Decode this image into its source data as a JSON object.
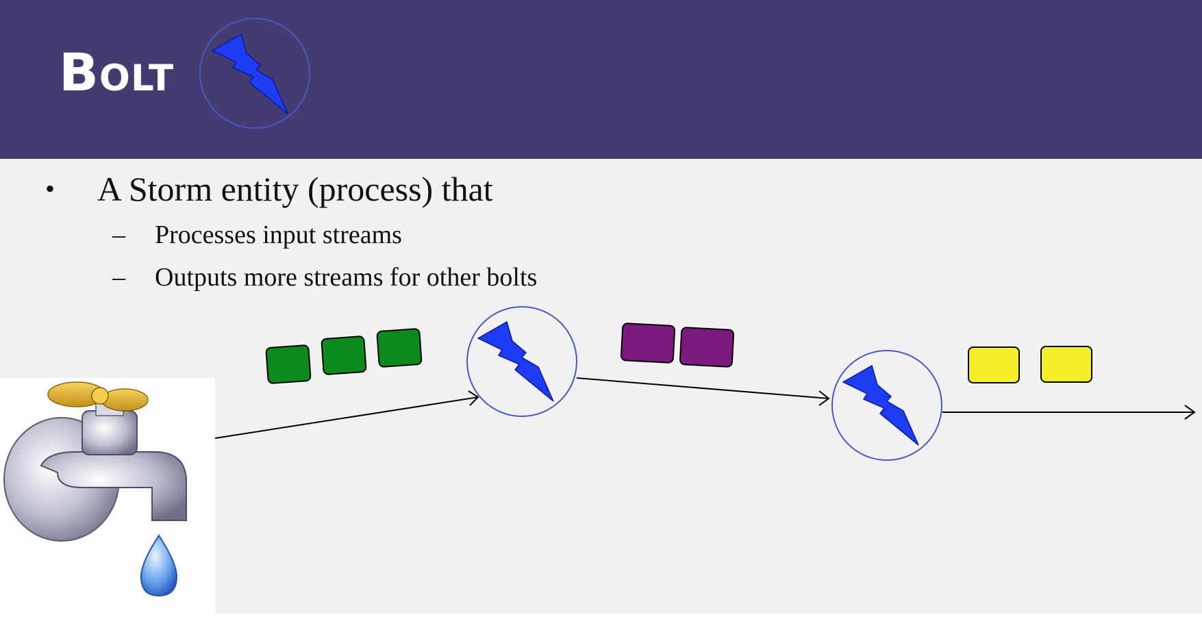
{
  "slide": {
    "title": "Bolt",
    "bullet": "A Storm entity (process) that",
    "sub_bullets": [
      "Processes input streams",
      "Outputs more streams for other bolts"
    ],
    "bullet_symbol": "•",
    "dash_symbol": "–"
  },
  "icons": {
    "title_icon": "lightning-bolt-icon",
    "source_icon": "faucet-icon",
    "node_icon": "lightning-bolt-icon"
  },
  "colors": {
    "header": "#423c70",
    "bolt_fill": "#1f3cf5",
    "circle_stroke": "#4a56c8",
    "stream1": "#0d8a1e",
    "stream2": "#7d1a7d",
    "stream3": "#f7ee2a",
    "tap_gold": "#e0b21f",
    "water": "#3a7de0"
  },
  "streams": [
    {
      "tuple_count": 3
    },
    {
      "tuple_count": 2
    },
    {
      "tuple_count": 2
    }
  ]
}
